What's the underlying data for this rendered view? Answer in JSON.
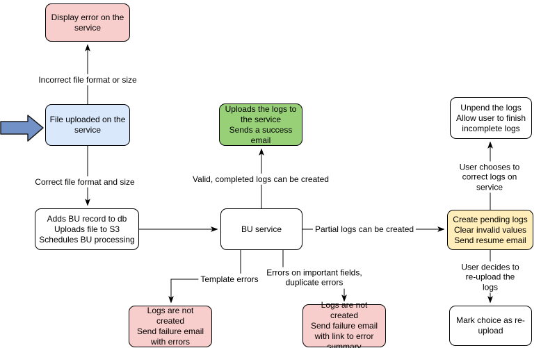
{
  "diagram": {
    "background": "#ffffff",
    "colors": {
      "node_border": "#000000",
      "edge_color": "#000000",
      "pink_fill": "#f8cecc",
      "blue_fill": "#dae8fc",
      "green_fill": "#97d077",
      "yellow_fill": "#ffeeba",
      "white_fill": "#ffffff",
      "entry_arrow_fill": "#7191c7"
    },
    "nodes": {
      "display_error": {
        "label": "Display error on the\nservice"
      },
      "file_uploaded": {
        "label": "File uploaded on the\nservice"
      },
      "adds_bu_record": {
        "label": "Adds BU record to db\nUploads file to S3\nSchedules BU processing"
      },
      "bu_service": {
        "label": "BU service"
      },
      "uploads_logs": {
        "label": "Uploads the logs to\nthe service\nSends a success\nemail"
      },
      "unpend_logs": {
        "label": "Unpend the logs\nAllow user to finish\nincomplete logs"
      },
      "create_pending": {
        "label": "Create pending logs\nClear invalid values\nSend resume email"
      },
      "mark_choice": {
        "label": "Mark choice as re-\nupload"
      },
      "logs_not_created_errors": {
        "label": "Logs are not created\nSend failure email\nwith errors"
      },
      "logs_not_created_summary": {
        "label": "Logs are not created\nSend failure email\nwith link to error\nsummary"
      }
    },
    "edge_labels": {
      "incorrect_format": "Incorrect file format or size",
      "correct_format": "Correct file format and size",
      "valid_logs": "Valid, completed logs can be created",
      "partial_logs": "Partial logs can be created",
      "user_corrects": "User chooses to correct logs on service",
      "user_reuploads": "User decides to re-upload the logs",
      "template_errors": "Template errors",
      "field_errors": "Errors on important fields,\nduplicate errors"
    }
  }
}
